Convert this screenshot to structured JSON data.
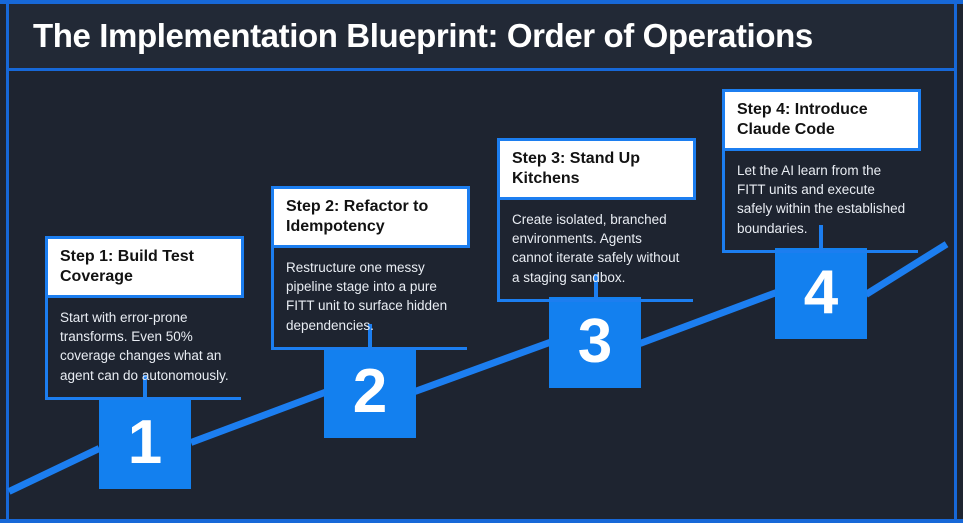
{
  "header": {
    "title": "The Implementation Blueprint: Order of Operations"
  },
  "theme": {
    "background": "#1e2430",
    "accent": "#1c7ef0",
    "box_fill": "#1380ef",
    "card_head_bg": "#ffffff",
    "card_head_text": "#121212",
    "body_text": "#e9edf3",
    "title_text": "#ffffff"
  },
  "chart_data": {
    "type": "diagram",
    "subtype": "ascending-staircase-steps",
    "title": "The Implementation Blueprint: Order of Operations",
    "direction": "left-to-right ascending",
    "step_count": 4
  },
  "steps": [
    {
      "number": "1",
      "heading": "Step 1: Build Test Coverage",
      "body": "Start with error-prone transforms. Even 50% coverage changes what an agent can do autonomously."
    },
    {
      "number": "2",
      "heading": "Step 2: Refactor to Idempotency",
      "body": "Restructure one messy pipeline stage into a pure FITT unit to surface hidden dependencies."
    },
    {
      "number": "3",
      "heading": "Step 3: Stand Up Kitchens",
      "body": "Create isolated, branched environments. Agents cannot iterate safely without a staging sandbox."
    },
    {
      "number": "4",
      "heading": "Step 4: Introduce Claude Code",
      "body": "Let the AI learn from the FITT units and execute safely within the established boundaries."
    }
  ]
}
